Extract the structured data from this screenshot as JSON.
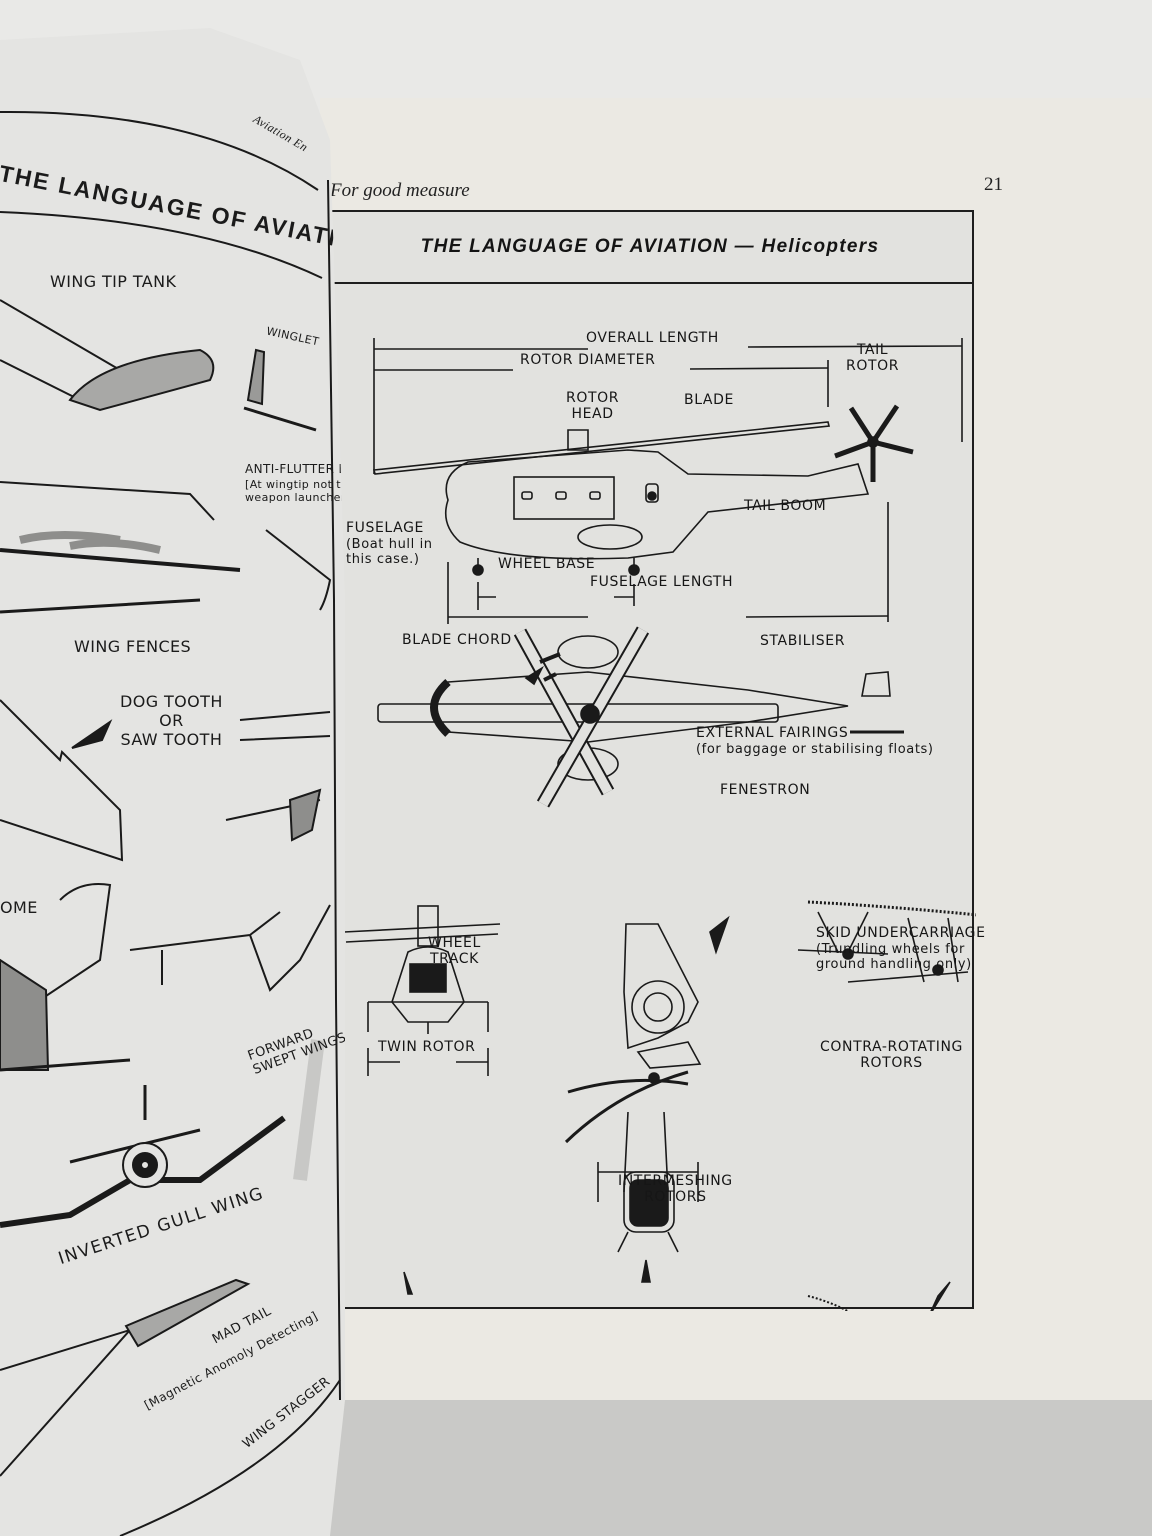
{
  "right_page": {
    "running_head": "For good measure",
    "page_number": "21",
    "figure": {
      "title_main": "THE  LANGUAGE OF AVIATION",
      "title_dash": " — ",
      "title_sub": "Helicopters",
      "labels": {
        "overall_length": "OVERALL LENGTH",
        "rotor_diameter": "ROTOR DIAMETER",
        "tail_rotor": "TAIL\nROTOR",
        "rotor_head": "ROTOR\nHEAD",
        "blade": "BLADE",
        "tail_boom": "TAIL  BOOM",
        "fuselage": "FUSELAGE",
        "fuselage_note": "(Boat hull in\nthis case.)",
        "wheel_base": "WHEEL BASE",
        "fuselage_length": "FUSELAGE LENGTH",
        "blade_chord": "BLADE CHORD",
        "stabiliser": "STABILISER",
        "external_fairings": "EXTERNAL FAIRINGS",
        "external_fairings_note": "(for baggage or stabilising floats)",
        "fenestron": "FENESTRON",
        "wheel_track": "WHEEL\nTRACK",
        "skid_undercarriage": "SKID UNDERCARRIAGE",
        "skid_note": "(Trundling wheels for\nground handling only)",
        "twin_rotor": "TWIN ROTOR",
        "contra_rotating": "CONTRA-ROTATING\nROTORS",
        "intermeshing": "INTERMESHING\nROTORS"
      }
    }
  },
  "left_page": {
    "running_head_fragment": "Aviation En",
    "title": "THE LANGUAGE OF AVIATION — Featu",
    "labels": {
      "wing_tip_tank": "WING TIP TANK",
      "winglet": "WINGLET",
      "anti_flutter": "ANTI-FLUTTER BOD",
      "anti_flutter_note": "[At wingtip not to be co\nweapon launchers]",
      "wing_fences": "WING FENCES",
      "dog_tooth": "DOG TOOTH\nOR\nSAW TOOTH",
      "dome_fragment": "OME",
      "forward_swept": "FORWARD\nSWEPT WINGS",
      "inverted_gull": "INVERTED GULL WING",
      "mad_tail": "MAD TAIL",
      "mad_tail_note": "[Magnetic Anomoly Detecting]",
      "wing_stagger": "WING STAGGER"
    }
  }
}
